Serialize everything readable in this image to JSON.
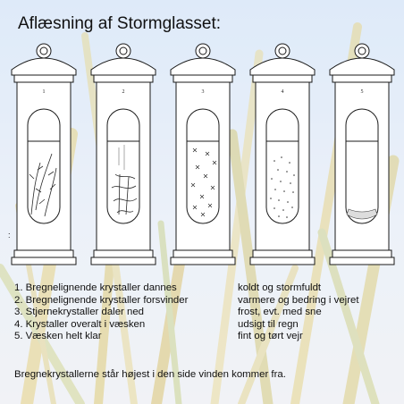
{
  "title": "Aflæsning af Stormglasset:",
  "glasses": [
    {
      "number": "1",
      "crystals": "fern"
    },
    {
      "number": "2",
      "crystals": "fern-low"
    },
    {
      "number": "3",
      "crystals": "stars"
    },
    {
      "number": "4",
      "crystals": "scattered"
    },
    {
      "number": "5",
      "crystals": "clear"
    }
  ],
  "legend": [
    {
      "desc": "1. Bregnelignende krystaller dannes",
      "weather": "koldt og stormfuldt"
    },
    {
      "desc": "2. Bregnelignende krystaller forsvinder",
      "weather": "varmere og bedring i vejret"
    },
    {
      "desc": "3. Stjernekrystaller daler ned",
      "weather": "frost, evt. med sne"
    },
    {
      "desc": "4. Krystaller overalt i væsken",
      "weather": "udsigt til regn"
    },
    {
      "desc": "5. Væsken helt klar",
      "weather": "fint og tørt vejr"
    }
  ],
  "note": "Bregnekrystallerne står højest i den side vinden kommer fra.",
  "stray_mark": ":",
  "colors": {
    "sky": "#dde9f7",
    "grass_yellow": "#e6d27a",
    "grass_green": "#b8c777",
    "ink": "#111111"
  }
}
